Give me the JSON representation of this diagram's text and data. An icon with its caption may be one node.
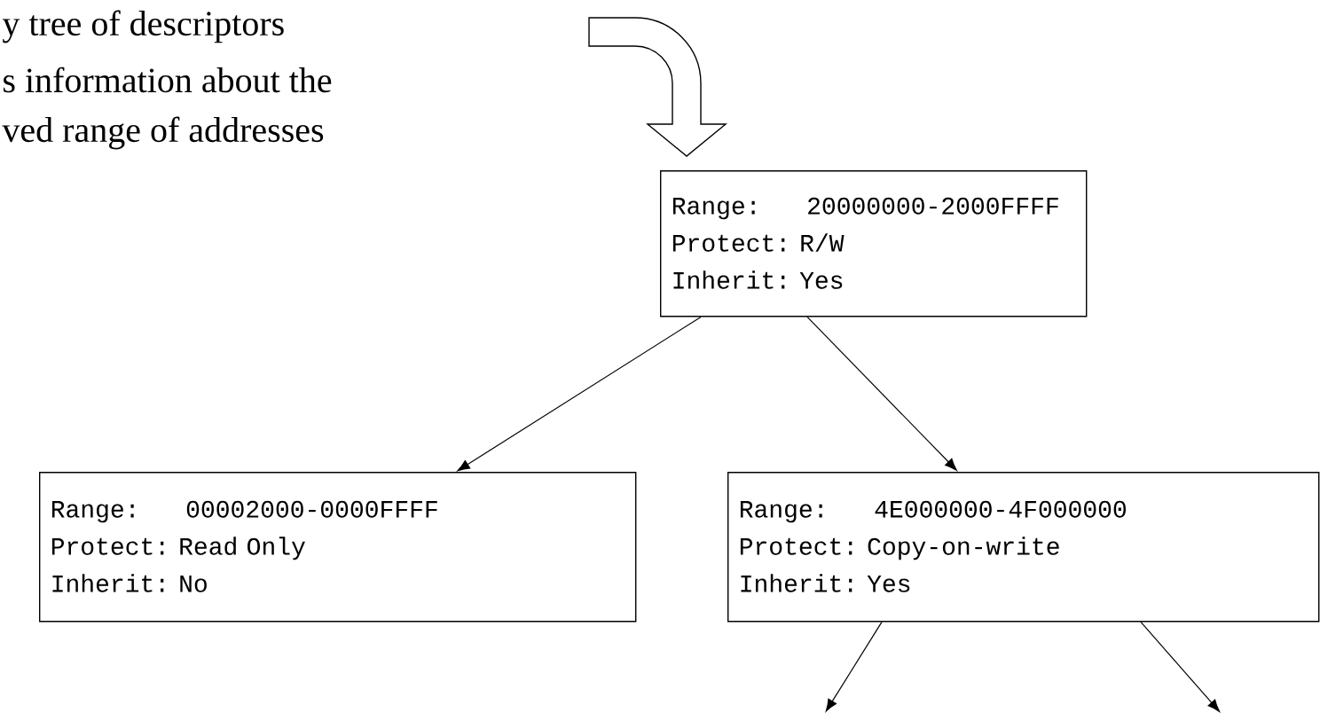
{
  "diagram": {
    "nodes": [
      {
        "text": [
          "Range:",
          "20000000-2000FFFF",
          "Protect:",
          "R/W",
          "Inherit:",
          "Yes"
        ]
      },
      {
        "text": [
          "Range:",
          "00002000-0000FFFF",
          "Protect:",
          "Read Only",
          "Inherit:",
          "No"
        ]
      },
      {
        "text": [
          "Range:",
          "4E000000-4F000000",
          "Protect:",
          "Copy-on-write",
          "Inherit:",
          "Yes"
        ]
      }
    ],
    "edges": [
      {
        "from": null,
        "to": 0,
        "arrow": "to",
        "style": "thick"
      },
      {
        "from": 0,
        "to": 1,
        "arrow": "to"
      },
      {
        "from": 0,
        "to": 2,
        "arrow": "to"
      },
      {
        "from": 2,
        "to": null,
        "arrow": "to"
      },
      {
        "from": 2,
        "to": null,
        "arrow": "to"
      }
    ],
    "labels": [
      "y tree of descriptors",
      "s information about the",
      "ved range of addresses"
    ]
  }
}
